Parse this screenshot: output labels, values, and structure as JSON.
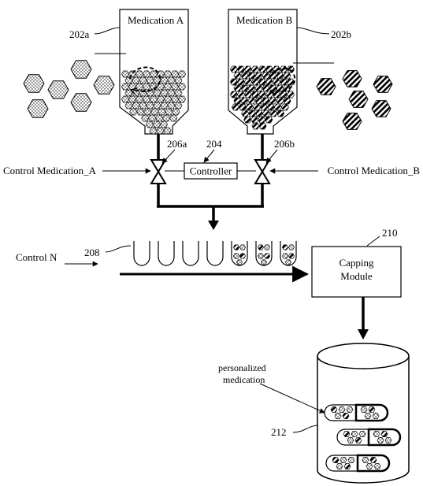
{
  "diagram": {
    "hopper_a": {
      "label": "Medication A",
      "ref": "202a"
    },
    "hopper_b": {
      "label": "Medication B",
      "ref": "202b"
    },
    "controller": {
      "label": "Controller",
      "ref": "204"
    },
    "valve_a": {
      "ref": "206a",
      "input_label": "Control Medication_A"
    },
    "valve_b": {
      "ref": "206b",
      "input_label": "Control Medication_B"
    },
    "capsule_line": {
      "ref": "208",
      "input_label": "Control N"
    },
    "capping_module": {
      "label_line1": "Capping",
      "label_line2": "Module",
      "ref": "210"
    },
    "container": {
      "ref": "212",
      "note_line1": "personalized",
      "note_line2": "medication"
    }
  }
}
